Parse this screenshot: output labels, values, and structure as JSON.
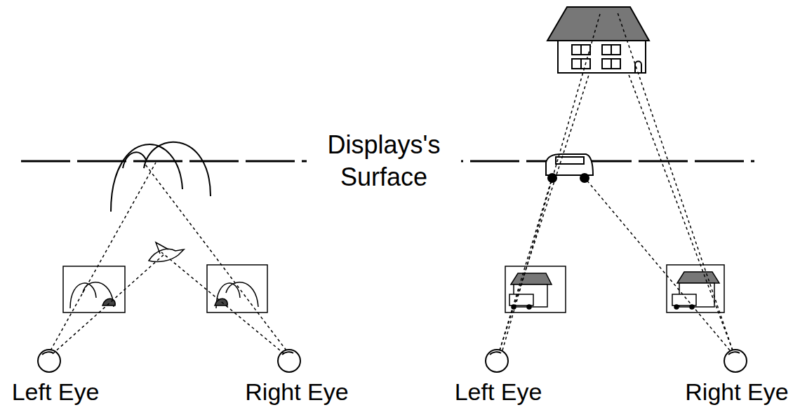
{
  "diagram": {
    "labels": [
      "Displays's Surface",
      "Left Eye",
      "Right Eye",
      "Left Eye",
      "Right Eye"
    ]
  }
}
